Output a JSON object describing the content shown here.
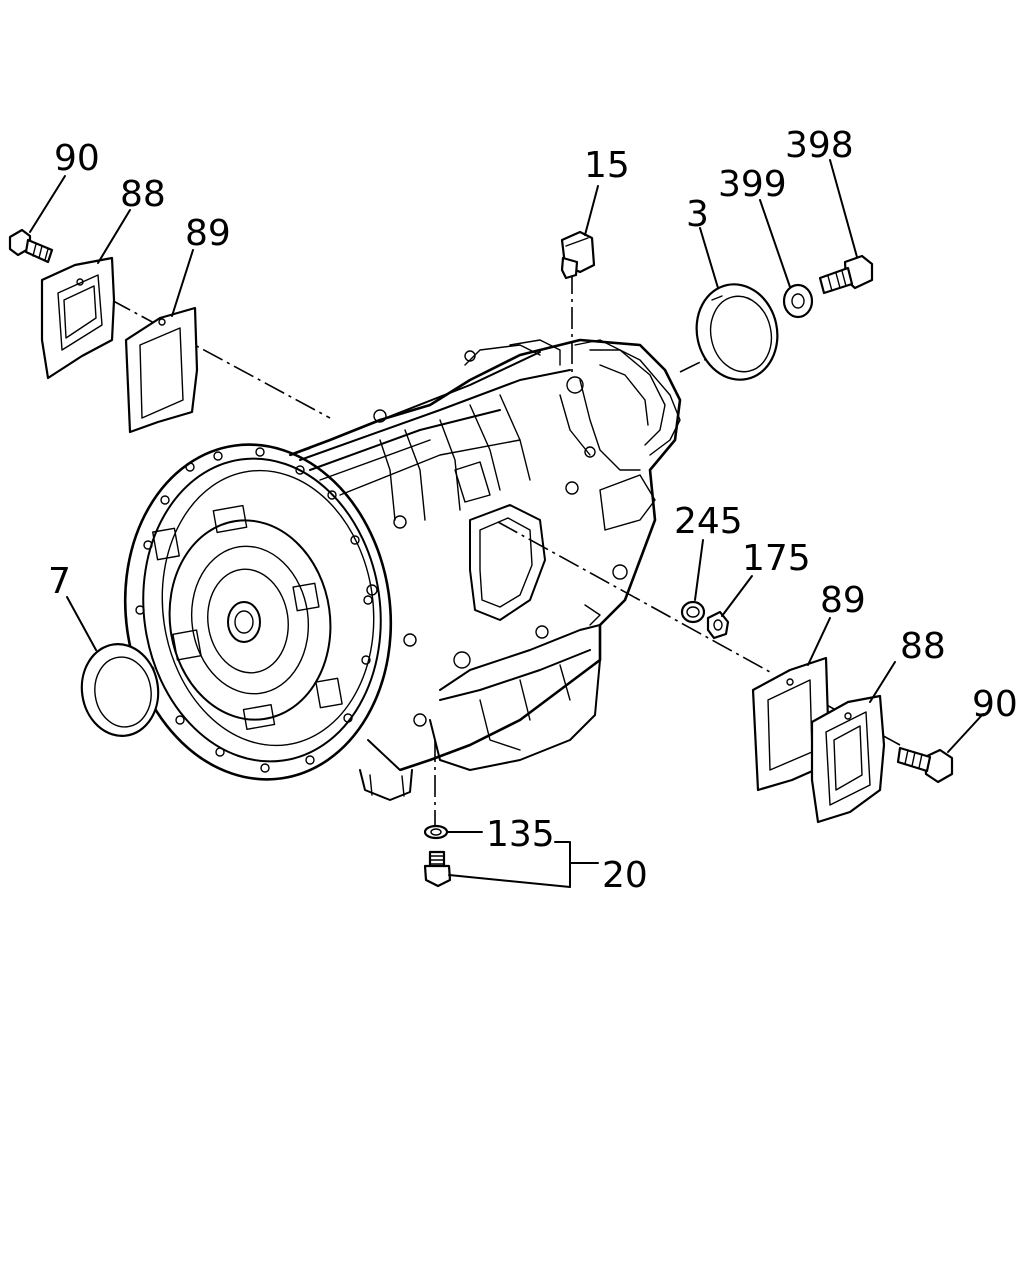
{
  "callouts": [
    {
      "id": "c90a",
      "text": "90"
    },
    {
      "id": "c88a",
      "text": "88"
    },
    {
      "id": "c89a",
      "text": "89"
    },
    {
      "id": "c15",
      "text": "15"
    },
    {
      "id": "c3",
      "text": "3"
    },
    {
      "id": "c399",
      "text": "399"
    },
    {
      "id": "c398",
      "text": "398"
    },
    {
      "id": "c245",
      "text": "245"
    },
    {
      "id": "c175",
      "text": "175"
    },
    {
      "id": "c89b",
      "text": "89"
    },
    {
      "id": "c88b",
      "text": "88"
    },
    {
      "id": "c90b",
      "text": "90"
    },
    {
      "id": "c7",
      "text": "7"
    },
    {
      "id": "c135",
      "text": "135"
    },
    {
      "id": "c20",
      "text": "20"
    }
  ]
}
